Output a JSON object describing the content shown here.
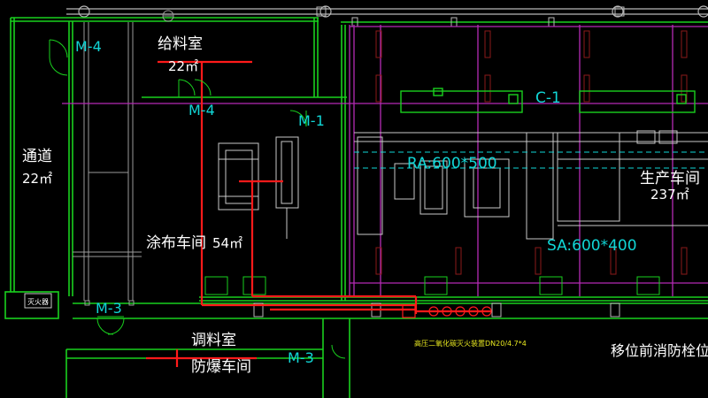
{
  "colors": {
    "wall": "#19d11e",
    "wall_dim": "#1f8f24",
    "column": "#b8b8b8",
    "duct": "#b52bb5",
    "pipe_red": "#ff1a1a",
    "dark_red": "#8b1a1a",
    "cyan": "#11d6d6",
    "white": "#ffffff",
    "yellow": "#e8e820",
    "gray": "#9a9a9a"
  },
  "rooms": {
    "feed_room": {
      "name": "给料室",
      "area": "22㎡"
    },
    "corridor": {
      "name": "通道",
      "area": "22㎡"
    },
    "coating": {
      "name": "涂布车间",
      "area": "54㎡"
    },
    "production": {
      "name": "生产车间",
      "area": "237㎡"
    },
    "mixing": {
      "name": "调料室",
      "subname": "防爆车间"
    }
  },
  "doors": {
    "m4_top": "M-4",
    "m4_mid": "M-4",
    "m1": "M-1",
    "m3_left": "M-3",
    "m3_bottom": "M-3"
  },
  "ducts": {
    "return_air": "RA:600*500",
    "supply_air": "SA:600*400",
    "cooler": "C-1"
  },
  "fire": {
    "system_label": "高压二氧化碳灭火装置DN20/4.7*4",
    "hydrant_label": "移位前消防栓位",
    "cabinet_label": "灭火器"
  }
}
